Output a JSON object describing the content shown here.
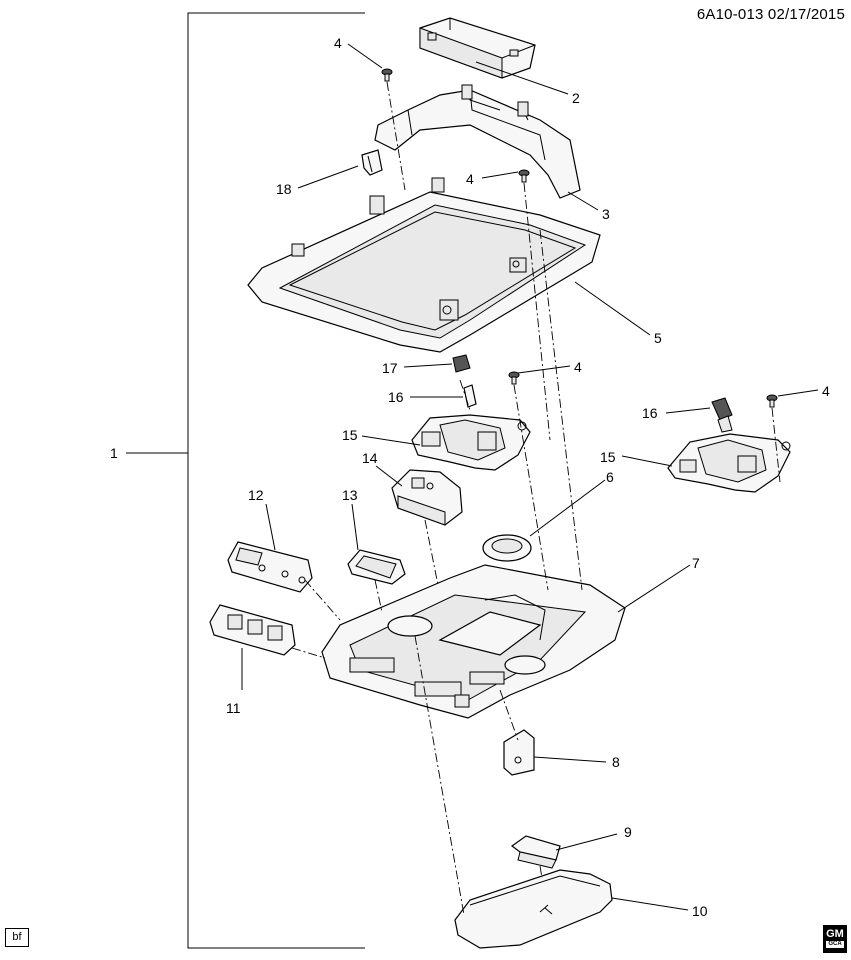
{
  "header": {
    "drawing_code": "6A10-013 02/17/2015"
  },
  "corner_code": "bf",
  "logo": {
    "brand": "GM",
    "sub": "GCA"
  },
  "callouts": [
    "1",
    "2",
    "3",
    "4",
    "4",
    "4",
    "4",
    "5",
    "6",
    "7",
    "8",
    "9",
    "10",
    "11",
    "12",
    "13",
    "14",
    "15",
    "15",
    "16",
    "16",
    "17",
    "18"
  ]
}
